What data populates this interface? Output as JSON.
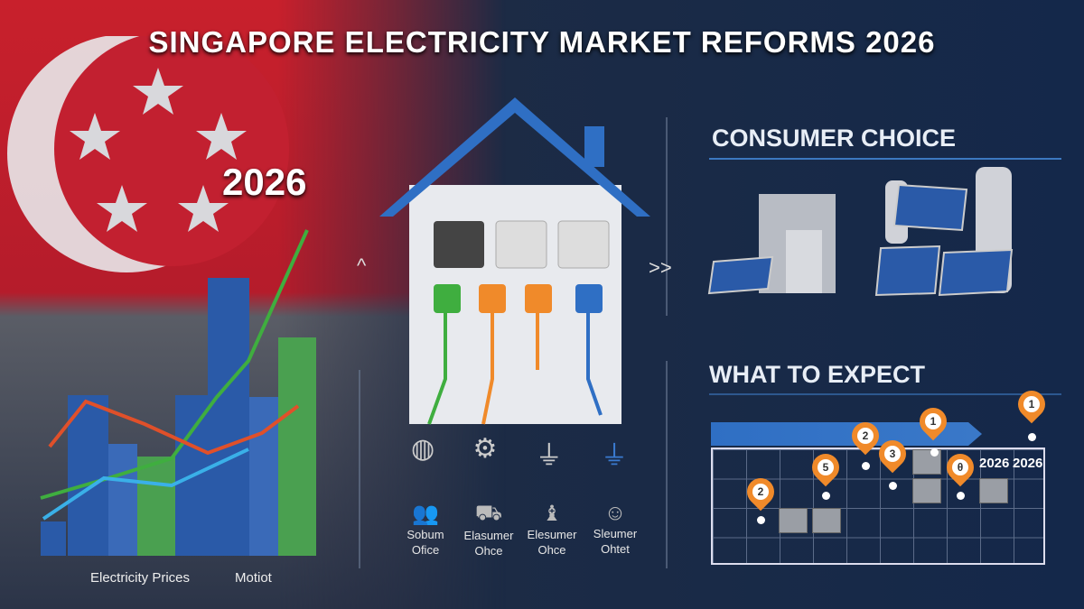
{
  "title": "SINGAPORE ELECTRICITY MARKET REFORMS 2026",
  "flag_year": "2026",
  "colors": {
    "flag_red": "#c8202c",
    "accent_blue": "#3c78c0",
    "pin_orange": "#f08a2a",
    "line_green": "#3fae3f",
    "line_red": "#e0502a",
    "line_cyan": "#3ab0e8"
  },
  "chart": {
    "labels": [
      "Electricity Prices",
      "Motiot"
    ]
  },
  "house": {
    "arrow_left": "^",
    "arrow_right": ">>"
  },
  "appliances": [
    {
      "icon": "bulb-icon"
    },
    {
      "icon": "gear-icon"
    },
    {
      "icon": "plug-icon"
    },
    {
      "icon": "plug-blue-icon"
    }
  ],
  "roles": [
    {
      "icon": "people-icon",
      "label": "Sobum Ofice"
    },
    {
      "icon": "vehicle-icon",
      "label": "Elasumer Ohce"
    },
    {
      "icon": "bottles-icon",
      "label": "Elesumer Ohce"
    },
    {
      "icon": "person-icon",
      "label": "Sleumer Ohtet"
    }
  ],
  "consumer_choice": {
    "heading": "CONSUMER CHOICE"
  },
  "what_to_expect": {
    "heading": "WHAT TO EXPECT",
    "year_labels": [
      "2026",
      "2026"
    ],
    "pins": [
      "2",
      "5",
      "2",
      "3",
      "1",
      "θ",
      "1"
    ]
  }
}
